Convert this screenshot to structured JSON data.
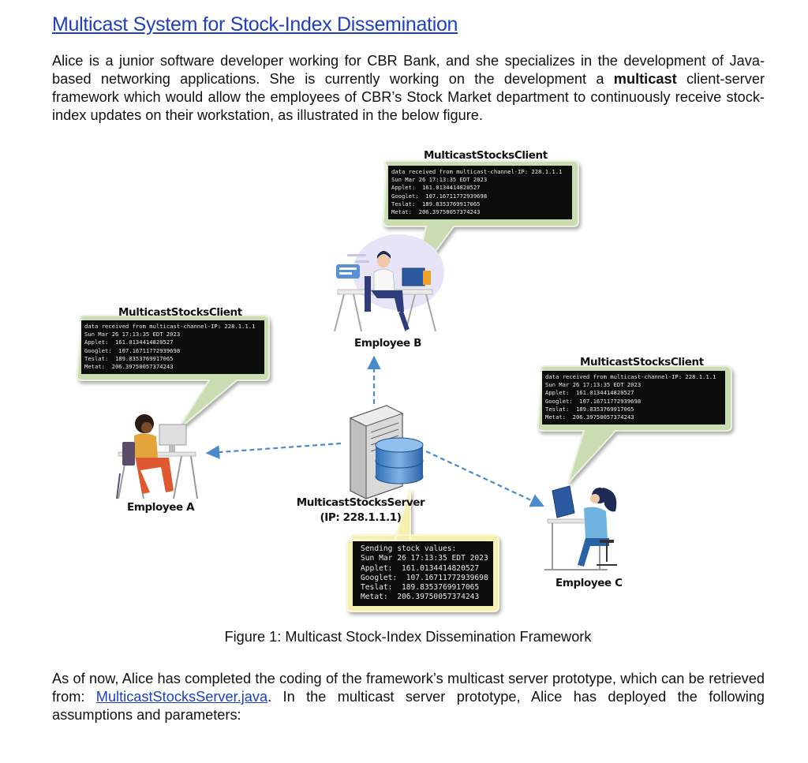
{
  "heading": "Multicast System for Stock-Index Dissemination",
  "intro": {
    "part1": "Alice is a junior software developer working for CBR Bank, and she specializes in the development of Java-based networking applications. She is currently working on the development a ",
    "bold": "multicast",
    "part2": " client-server framework which would allow the employees of CBR’s Stock Market department to continuously receive stock-index updates on their workstation, as illustrated in the below figure."
  },
  "figure": {
    "client_label": "MulticastStocksClient",
    "client_terminal": "data received from multicast-channel-IP: 228.1.1.1\nSun Mar 26 17:13:35 EDT 2023\nApplet:  161.0134414820527\nGooglet:  107.16711772939698\nTeslat:  189.8353769917065\nMetat:  206.39750057374243",
    "server_terminal": "Sending stock values:\nSun Mar 26 17:13:35 EDT 2023\nApplet:  161.0134414820527\nGooglet:  107.16711772939698\nTeslat:  189.8353769917065\nMetat:  206.39750057374243",
    "server_name": "MulticastStocksServer",
    "server_ip": "(IP: 228.1.1.1)",
    "employee_a": "Employee A",
    "employee_b": "Employee B",
    "employee_c": "Employee C",
    "colors": {
      "bubble_client": "#c9dcb2",
      "bubble_server": "#f6f0b0",
      "arrow": "#4a8bc9"
    }
  },
  "caption": "Figure 1:   Multicast Stock-Index Dissemination Framework",
  "outro": {
    "part1": "As of now, Alice has completed the coding of the framework’s multicast server prototype, which can be retrieved from:  ",
    "link": "MulticastStocksServer.java",
    "part2": ". In the multicast server prototype, Alice has deployed the following assumptions and parameters:"
  }
}
